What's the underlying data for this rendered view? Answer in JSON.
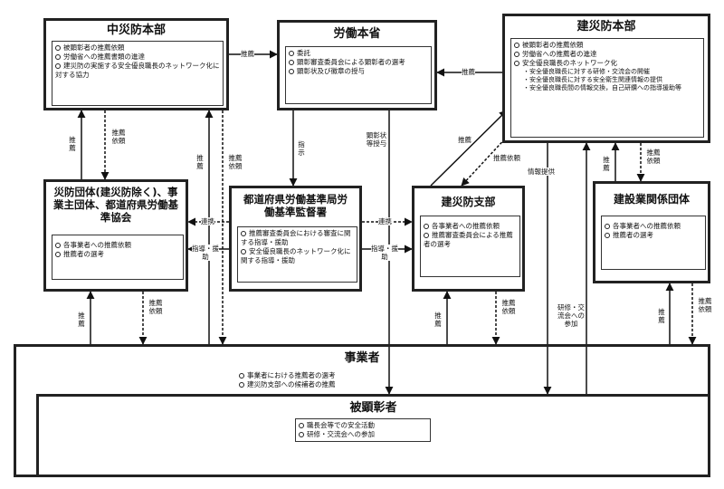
{
  "chuusaibo": {
    "title": "中災防本部",
    "items": [
      "被顕彰者の推薦依頼",
      "労働省への推薦書類の進達",
      "建災防の実施する安全優良職長のネットワーク化に対する協力"
    ]
  },
  "roudou": {
    "title": "労働本省",
    "items": [
      "委託",
      "顕彰審査委員会による顕彰者の選考",
      "顕彰状及び徽章の授与"
    ]
  },
  "kensaibo": {
    "title": "建災防本部",
    "items": [
      "被顕彰者の推薦依頼",
      "労働省への推薦者の進達",
      "安全優良職長のネットワーク化"
    ],
    "subitems": [
      "・安全優良職長に対する研修・交流会の開催",
      "・安全優良職長に対する安全衛生関連情報の提供",
      "・安全優良職長間の情報交換，自己研鑽への指導援助等"
    ]
  },
  "saibodan": {
    "title": "災防団体(建災防除く)、事業主団体、都道府県労働基準協会",
    "items": [
      "各事業者への推薦依頼",
      "推薦者の選考"
    ]
  },
  "todofuken": {
    "title": "都道府県労働基準局労働基準監督署",
    "items": [
      "推薦審査委員会における審査に関する指導・援助",
      "安全優良職長のネットワーク化に関する指導・援助"
    ]
  },
  "shibu": {
    "title": "建災防支部",
    "items": [
      "各事業者への推薦依頼",
      "推薦審査委員会による推薦者の選考"
    ]
  },
  "kensetsu": {
    "title": "建設業関係団体",
    "items": [
      "各事業者への推薦依頼",
      "推薦者の選考"
    ]
  },
  "jigyosha": {
    "title": "事業者",
    "items": [
      "事業者における推薦者の選考",
      "建災防支部への候補者の推薦"
    ]
  },
  "hikensho": {
    "title": "被顕彰者",
    "items": [
      "職長会等での安全活動",
      "研修・交流会への参加"
    ]
  },
  "labels": {
    "suisen": "推薦",
    "suisen_irai": "推薦依頼",
    "shiji": "指示",
    "renkei": "連携",
    "shido": "指導・援助",
    "kenshojo": "顕彰状等授与",
    "joho": "情報提供",
    "kenshu": "研修・交流会への参加"
  }
}
